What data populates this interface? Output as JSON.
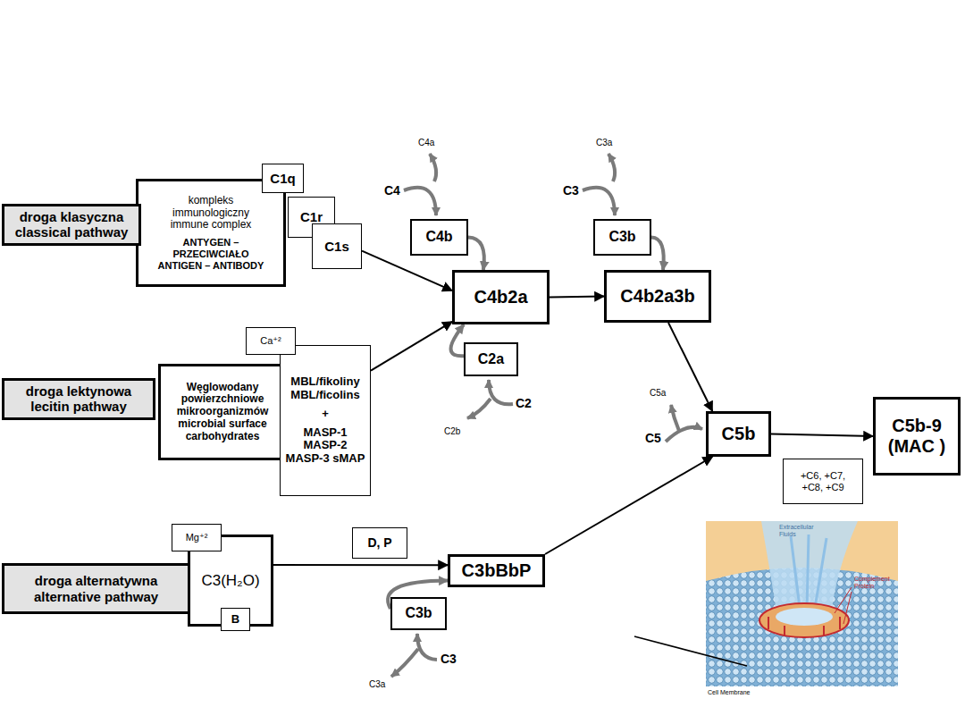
{
  "diagram": {
    "nodes": [
      {
        "text": [
          "droga klasyczna classical pathway"
        ]
      },
      {
        "text": [
          "kompleks immunologiczny immune complex",
          "ANTYGEN – PRZECIWCIAŁO ANTIGEN – ANTIBODY"
        ]
      },
      {
        "text": [
          "C1q"
        ]
      },
      {
        "text": [
          "C1r"
        ]
      },
      {
        "text": [
          "C1s"
        ]
      },
      {
        "text": [
          "C4b"
        ]
      },
      {
        "text": [
          "C4b2a"
        ]
      },
      {
        "text": [
          "C2a"
        ]
      },
      {
        "text": [
          "C3b"
        ]
      },
      {
        "text": [
          "C4b2a3b"
        ]
      },
      {
        "text": [
          "droga lektynowa lecitin pathway"
        ]
      },
      {
        "text": [
          "Węglowodany powierzchniowe mikroorganizmów microbial surface carbohydrates"
        ]
      },
      {
        "text": [
          "Ca⁺²"
        ]
      },
      {
        "text": [
          "MBL/fikoliny MBL/ficolins",
          "+",
          "MASP-1 MASP-2 MASP-3 sMAP"
        ]
      },
      {
        "text": [
          "C5b"
        ]
      },
      {
        "text": [
          "C5b-9 (MAC )"
        ]
      },
      {
        "text": [
          "+C6, +C7, +C8, +C9"
        ]
      },
      {
        "text": [
          "droga alternatywna alternative pathway"
        ]
      },
      {
        "text": [
          "C3(H₂O)"
        ]
      },
      {
        "text": [
          "Mg⁺²"
        ]
      },
      {
        "text": [
          "B"
        ]
      },
      {
        "text": [
          "D, P"
        ]
      },
      {
        "text": [
          "C3bBbP"
        ]
      },
      {
        "text": [
          "C3b"
        ]
      }
    ],
    "edges": [
      {
        "from": 4,
        "to": 6,
        "arrow": "to"
      },
      {
        "from": 13,
        "to": 6,
        "arrow": "to"
      },
      {
        "from": 6,
        "to": 9,
        "arrow": "to"
      },
      {
        "from": 9,
        "to": 14,
        "arrow": "to"
      },
      {
        "from": 22,
        "to": 14,
        "arrow": "to"
      },
      {
        "from": 14,
        "to": 15,
        "arrow": "to"
      },
      {
        "from": 18,
        "to": 22,
        "arrow": "to"
      },
      {
        "from": 5,
        "to": 6,
        "arrow": "to"
      },
      {
        "from": 7,
        "to": 6,
        "arrow": "to"
      },
      {
        "from": 8,
        "to": 9,
        "arrow": "to"
      },
      {
        "from": 23,
        "to": 22,
        "arrow": "to"
      }
    ],
    "labels": [
      "C4a",
      "C4",
      "C3a",
      "C3",
      "C2b",
      "C2",
      "C5a",
      "C5",
      "C3",
      "C3a",
      "Extracellular Fluids",
      "Complement Protein",
      "Cell Membrane"
    ]
  }
}
